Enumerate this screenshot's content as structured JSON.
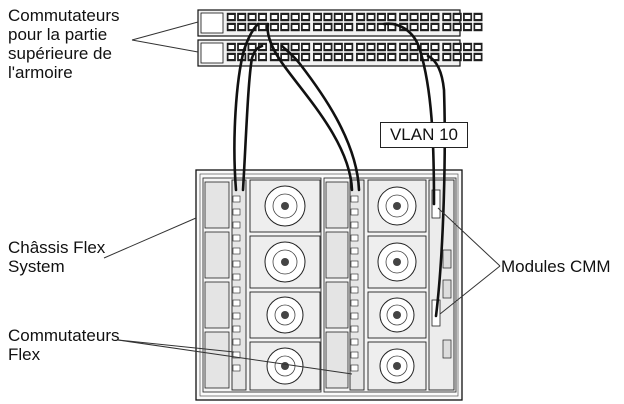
{
  "labels": {
    "top_switches": "Commutateurs\npour la partie\nsupérieure de\nl'armoire",
    "chassis": "Châssis Flex\nSystem",
    "flex_switches": "Commutateurs\nFlex",
    "cmm_modules": "Modules CMM",
    "vlan": "VLAN 10"
  },
  "colors": {
    "line": "#111111",
    "fill_light": "#f2f2f2",
    "fill_mid": "#d9d9d9",
    "port": "#222222"
  }
}
